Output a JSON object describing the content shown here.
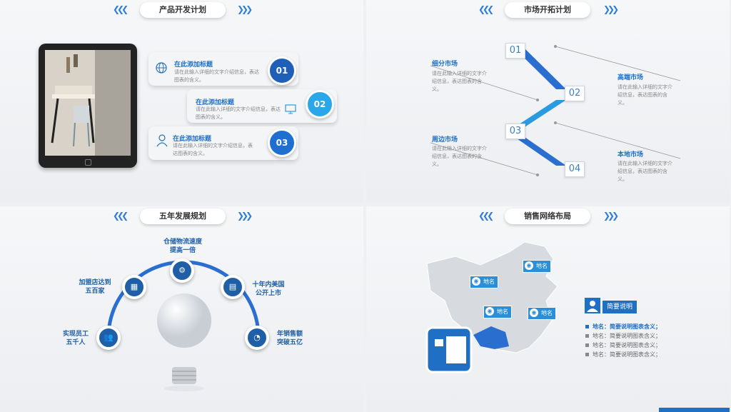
{
  "panel1": {
    "title": "产品开发计划",
    "items": [
      {
        "num": "01",
        "title": "在此添加标题",
        "desc": "请在此输入详细的文字介绍信息，表达图表的含义。",
        "icon": "globe-icon"
      },
      {
        "num": "02",
        "title": "在此添加标题",
        "desc": "请在此输入详细的文字介绍信息，表达图表的含义。",
        "icon": "monitor-icon"
      },
      {
        "num": "03",
        "title": "在此添加标题",
        "desc": "请在此输入详细的文字介绍信息，表达图表的含义。",
        "icon": "user-icon"
      }
    ]
  },
  "panel2": {
    "title": "市场开拓计划",
    "nums": [
      "01",
      "02",
      "03",
      "04"
    ],
    "labels": [
      {
        "title": "细分市场",
        "desc": "请在此输入详细的文字介绍信息，表达图表的含义。"
      },
      {
        "title": "高端市场",
        "desc": "请在此输入详细的文字介绍信息，表达图表的含义。"
      },
      {
        "title": "周边市场",
        "desc": "请在此输入详细的文字介绍信息，表达图表的含义。"
      },
      {
        "title": "本地市场",
        "desc": "请在此输入详细的文字介绍信息，表达图表的含义。"
      }
    ]
  },
  "panel3": {
    "title": "五年发展规划",
    "nodes": [
      {
        "label": "实现员工\n五千人",
        "icon": "people-icon"
      },
      {
        "label": "加盟店达到\n五百家",
        "icon": "chart-icon"
      },
      {
        "label": "仓储物流速度\n提高一倍",
        "icon": "settings-icon"
      },
      {
        "label": "十年内美国\n公开上市",
        "icon": "document-icon"
      },
      {
        "label": "年销售额\n突破五亿",
        "icon": "pie-icon"
      }
    ]
  },
  "panel4": {
    "title": "销售网络布局",
    "pins": [
      "地名",
      "地名",
      "地名",
      "地名"
    ],
    "legend_title": "简要说明",
    "legend_items": [
      {
        "label": "地名：简要说明图表含义；",
        "highlight": true
      },
      {
        "label": "地名：简要说明图表含义；",
        "highlight": false
      },
      {
        "label": "地名：简要说明图表含义；",
        "highlight": false
      },
      {
        "label": "地名：简要说明图表含义；",
        "highlight": false
      }
    ]
  },
  "colors": {
    "accent": "#1f6fc4",
    "light_accent": "#2a9be0",
    "dark_accent": "#1f5fa8"
  }
}
